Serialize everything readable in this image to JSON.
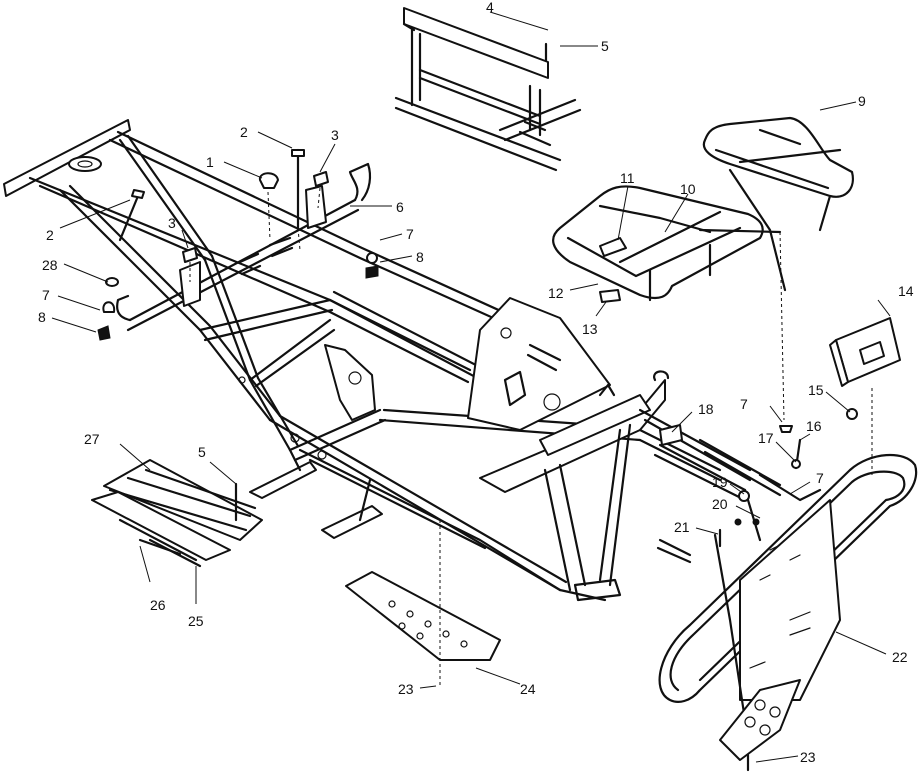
{
  "callouts": [
    {
      "id": "c1",
      "label": "1"
    },
    {
      "id": "c2a",
      "label": "2"
    },
    {
      "id": "c2b",
      "label": "2"
    },
    {
      "id": "c3a",
      "label": "3"
    },
    {
      "id": "c3b",
      "label": "3"
    },
    {
      "id": "c4",
      "label": "4"
    },
    {
      "id": "c5a",
      "label": "5"
    },
    {
      "id": "c5b",
      "label": "5"
    },
    {
      "id": "c6",
      "label": "6"
    },
    {
      "id": "c7a",
      "label": "7"
    },
    {
      "id": "c7b",
      "label": "7"
    },
    {
      "id": "c7c",
      "label": "7"
    },
    {
      "id": "c7d",
      "label": "7"
    },
    {
      "id": "c8a",
      "label": "8"
    },
    {
      "id": "c8b",
      "label": "8"
    },
    {
      "id": "c9",
      "label": "9"
    },
    {
      "id": "c10",
      "label": "10"
    },
    {
      "id": "c11",
      "label": "11"
    },
    {
      "id": "c12",
      "label": "12"
    },
    {
      "id": "c13",
      "label": "13"
    },
    {
      "id": "c14",
      "label": "14"
    },
    {
      "id": "c15",
      "label": "15"
    },
    {
      "id": "c16",
      "label": "16"
    },
    {
      "id": "c17",
      "label": "17"
    },
    {
      "id": "c18",
      "label": "18"
    },
    {
      "id": "c19",
      "label": "19"
    },
    {
      "id": "c20",
      "label": "20"
    },
    {
      "id": "c21",
      "label": "21"
    },
    {
      "id": "c22",
      "label": "22"
    },
    {
      "id": "c23a",
      "label": "23"
    },
    {
      "id": "c23b",
      "label": "23"
    },
    {
      "id": "c24",
      "label": "24"
    },
    {
      "id": "c25",
      "label": "25"
    },
    {
      "id": "c26",
      "label": "26"
    },
    {
      "id": "c27",
      "label": "27"
    },
    {
      "id": "c28",
      "label": "28"
    }
  ]
}
